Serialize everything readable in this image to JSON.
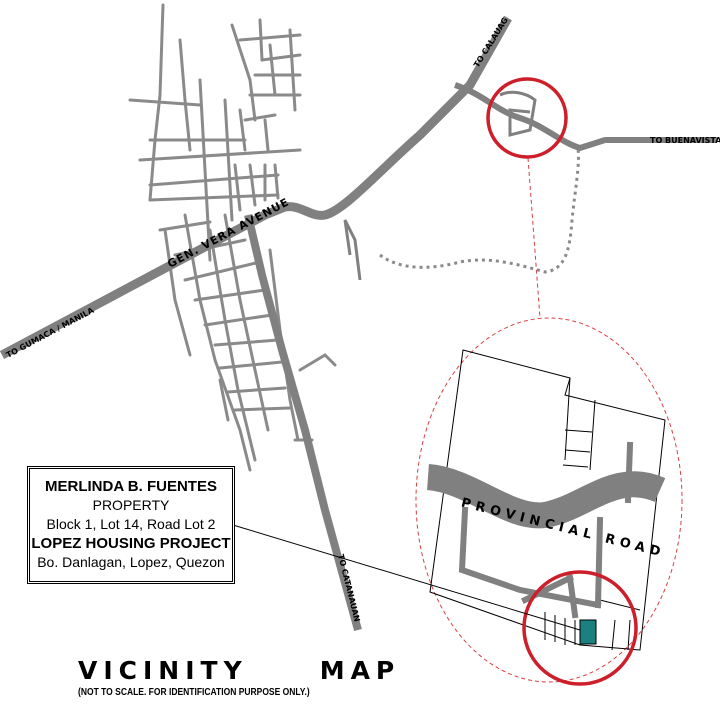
{
  "map": {
    "roads": {
      "to_calauag": "TO CALAUAG",
      "to_buenavista": "TO BUENAVISTA",
      "to_gumaca_manila": "TO GUMACA / MANILA",
      "gen_vera_avenue": "GEN. VERA AVENUE",
      "to_catanauan": "TO CATANAUAN",
      "provincial_road": "PROVINCIAL ROAD"
    },
    "colors": {
      "road": "#808080",
      "highlight_circle": "#cc1f2a",
      "dashed_ellipse": "#d94040",
      "property_lot": "#1a8080"
    }
  },
  "owner_box": {
    "name": "MERLINDA B. FUENTES",
    "type": "PROPERTY",
    "lot": "Block 1, Lot 14, Road Lot 2",
    "project": "LOPEZ HOUSING PROJECT",
    "address": "Bo. Danlagan, Lopez, Quezon"
  },
  "title": {
    "word1": "VICINITY",
    "word2": "MAP",
    "note": "(NOT TO SCALE. FOR IDENTIFICATION PURPOSE ONLY.)"
  }
}
